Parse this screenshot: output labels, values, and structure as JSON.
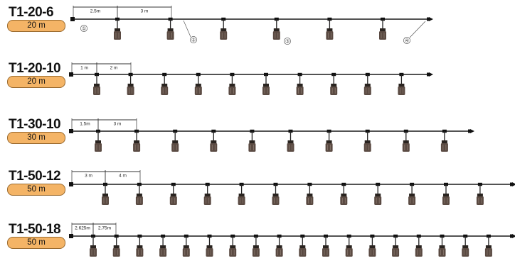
{
  "models": [
    {
      "name": "T1-20-6",
      "length": "20 m",
      "bulb_count": 6,
      "spacing_labels": [
        "2.5m",
        "3 m"
      ],
      "callouts": [
        "①",
        "②",
        "③",
        "④"
      ]
    },
    {
      "name": "T1-20-10",
      "length": "20 m",
      "bulb_count": 10,
      "spacing_labels": [
        "1 m",
        "2 m"
      ],
      "callouts": []
    },
    {
      "name": "T1-30-10",
      "length": "30 m",
      "bulb_count": 10,
      "spacing_labels": [
        "1.5m",
        "3 m"
      ],
      "callouts": []
    },
    {
      "name": "T1-50-12",
      "length": "50 m",
      "bulb_count": 12,
      "spacing_labels": [
        "3 m",
        "4 m"
      ],
      "callouts": []
    },
    {
      "name": "T1-50-18",
      "length": "50 m",
      "bulb_count": 18,
      "spacing_labels": [
        "2.625m",
        "2.75m"
      ],
      "callouts": []
    }
  ],
  "colors": {
    "pill_fill": "#f4b466",
    "pill_border": "#9a6a2e",
    "cable": "#1a1a1a",
    "bulb": "#5a4a42"
  }
}
